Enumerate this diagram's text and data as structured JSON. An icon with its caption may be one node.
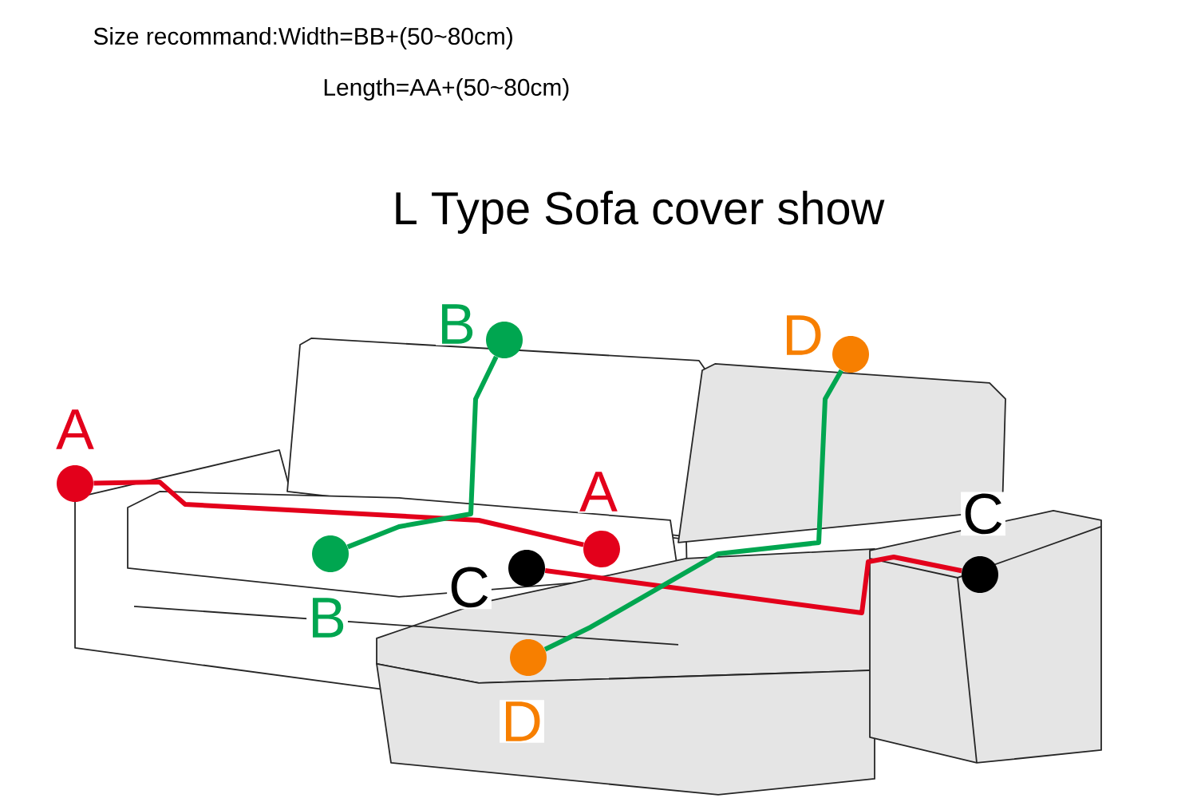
{
  "diagram": {
    "title": "L Type Sofa cover show",
    "nodes": [
      {
        "text": [],
        "shape": "circle",
        "beside": [
          "B"
        ]
      },
      {
        "text": [],
        "shape": "circle",
        "beside": [
          "D"
        ]
      },
      {
        "text": [],
        "shape": "circle",
        "beside": [
          "A"
        ]
      },
      {
        "text": [],
        "shape": "circle",
        "beside": [
          "A"
        ]
      },
      {
        "text": [],
        "shape": "circle",
        "beside": [
          "B"
        ]
      },
      {
        "text": [],
        "shape": "circle",
        "beside": [
          "C"
        ]
      },
      {
        "text": [],
        "shape": "circle",
        "beside": [
          "C"
        ]
      },
      {
        "text": [],
        "shape": "circle",
        "beside": [
          "D"
        ]
      }
    ],
    "edges": [
      {
        "from": 2,
        "to": 3,
        "arrow": "none",
        "color": "#e3001b"
      },
      {
        "from": 0,
        "to": 4,
        "arrow": "none",
        "color": "#00a650"
      },
      {
        "from": 5,
        "to": 6,
        "arrow": "none",
        "color": "#e3001b"
      },
      {
        "from": 1,
        "to": 7,
        "arrow": "none",
        "color": "#00a650"
      }
    ],
    "labels": [
      "Size recommand:Width=BB+(50~80cm)",
      "Length=AA+(50~80cm)"
    ]
  }
}
